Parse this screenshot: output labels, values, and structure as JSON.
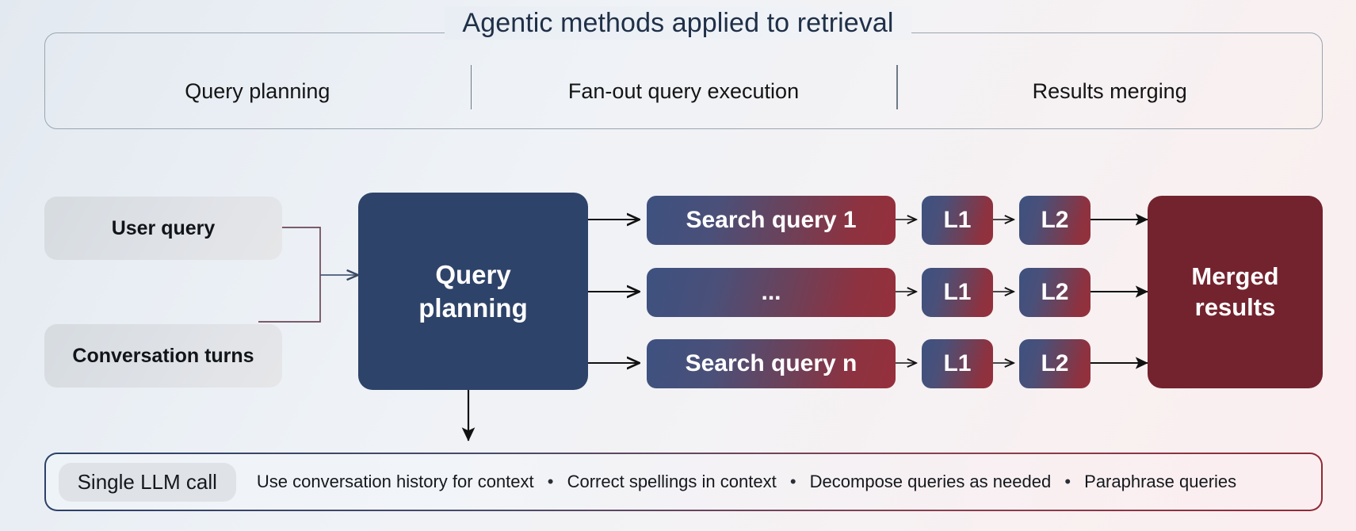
{
  "header": {
    "title": "Agentic methods applied to retrieval",
    "columns": [
      {
        "label": "Query planning"
      },
      {
        "label": "Fan-out query execution"
      },
      {
        "label": "Results merging"
      }
    ]
  },
  "flow": {
    "inputs": [
      {
        "label": "User query"
      },
      {
        "label": "Conversation turns"
      }
    ],
    "planning": {
      "line1": "Query",
      "line2": "planning"
    },
    "rows": [
      {
        "query": "Search query 1",
        "l1": "L1",
        "l2": "L2"
      },
      {
        "query": "...",
        "l1": "L1",
        "l2": "L2"
      },
      {
        "query": "Search query n",
        "l1": "L1",
        "l2": "L2"
      }
    ],
    "merged": {
      "line1": "Merged",
      "line2": "results"
    }
  },
  "footer": {
    "pill": "Single LLM call",
    "bullets": [
      "Use conversation history for context",
      "Correct spellings in context",
      "Decompose queries as needed",
      "Paraphrase queries"
    ],
    "separator": "•"
  },
  "colors": {
    "navy": "#2e4369",
    "maroon": "#73232e",
    "gradient_start": "#3d5180",
    "gradient_end": "#96303c",
    "input_gray": "#dde1e6",
    "panel_border": "#9aa6af",
    "arrow": "#111111"
  }
}
